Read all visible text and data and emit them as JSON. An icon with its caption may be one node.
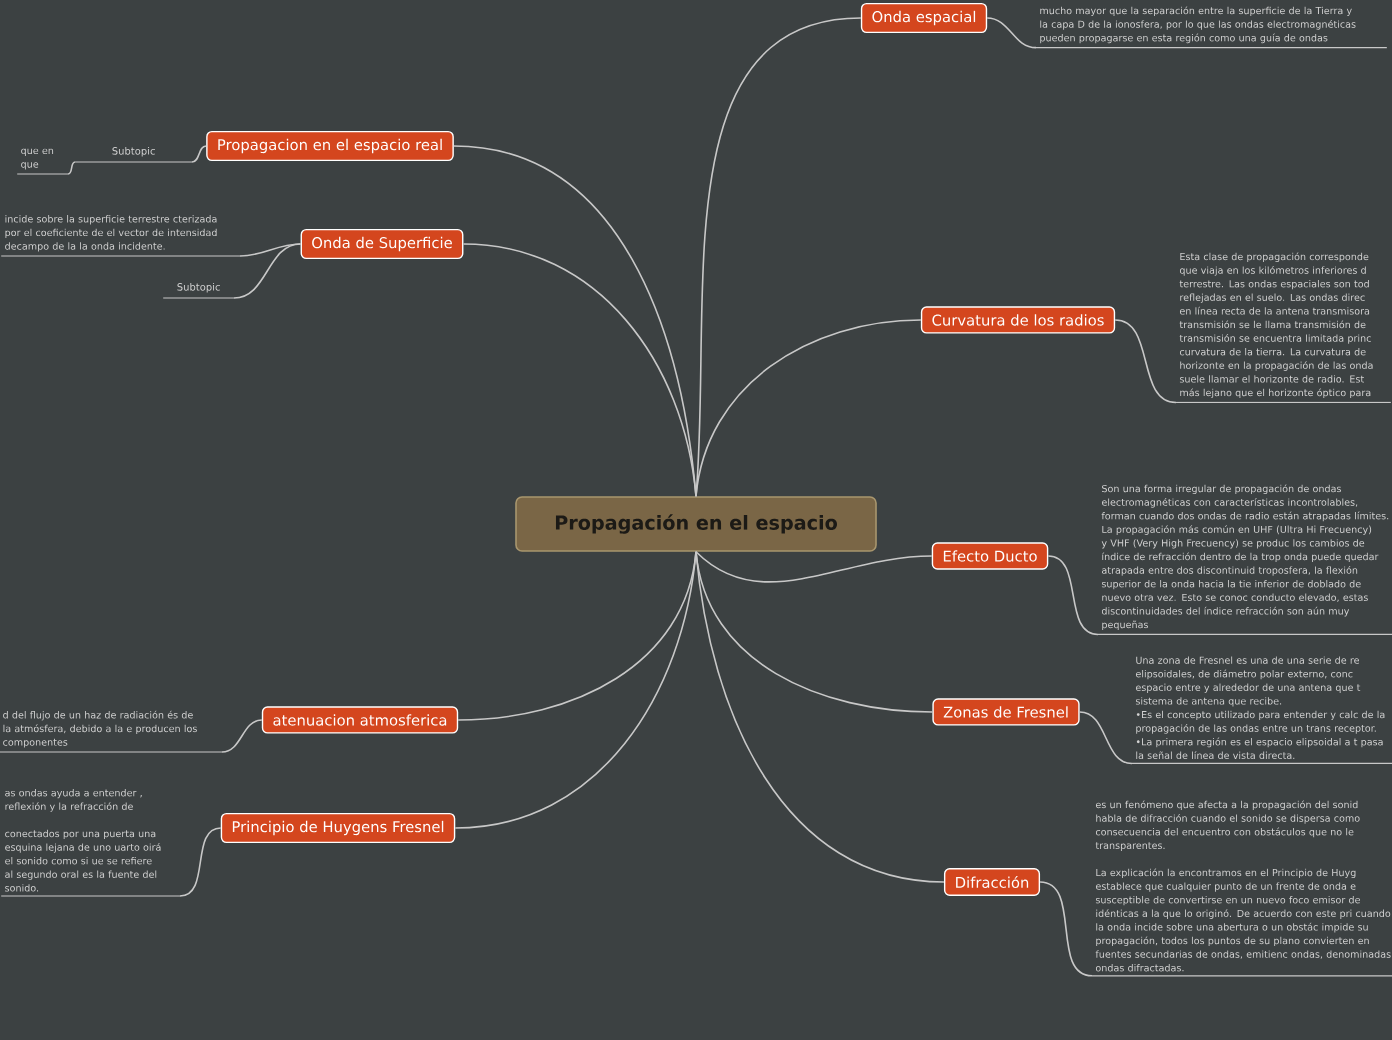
{
  "diagram": {
    "nodes": [
      {
        "text": [
          "Propagación en el espacio"
        ]
      },
      {
        "text": [
          "Onda espacial"
        ]
      },
      {
        "text": [
          "mucho mayor que la separación entre la superficie de la Tierra y la capa D de la ionosfera, por lo que las ondas electromagnéticas pueden propagarse en esta región como una guía de ondas"
        ]
      },
      {
        "text": [
          "Propagacion en el espacio real"
        ]
      },
      {
        "text": [
          "Subtopic"
        ]
      },
      {
        "text": [
          "que en que"
        ]
      },
      {
        "text": [
          "Onda de Superficie"
        ]
      },
      {
        "text": [
          "incide sobre la superficie terrestre cterizada por el coeficiente de el vector de intensidad decampo de la la onda incidente."
        ]
      },
      {
        "text": [
          "Subtopic"
        ]
      },
      {
        "text": [
          "Curvatura de los radios"
        ]
      },
      {
        "text": [
          "Esta clase de propagación corresponde que viaja en los kilómetros inferiores d terrestre. Las ondas espaciales son tod reflejadas en el suelo. Las ondas direc en línea recta de la antena transmisora transmisión se le llama transmisión de transmisión se encuentra limitada princ curvatura de la tierra. La curvatura de horizonte en la propagación de las onda suele llamar el horizonte de radio. Est más lejano que el horizonte óptico para"
        ]
      },
      {
        "text": [
          "Efecto Ducto"
        ]
      },
      {
        "text": [
          "Son una forma irregular de propagación de ondas electromagnéticas con características incontrolables, forman cuando dos ondas de radio están atrapadas límites. La propagación más común en UHF (Ultra Hi Frecuency) y VHF (Very High Frecuency) se produc los cambios de índice de refracción dentro de la trop onda puede quedar atrapada entre dos discontinuid troposfera, la flexión superior de la onda hacia la tie inferior de doblado de nuevo otra vez. Esto se conoc conducto elevado, estas discontinuidades del índice refracción son aún muy pequeñas"
        ]
      },
      {
        "text": [
          "atenuacion atmosferica"
        ]
      },
      {
        "text": [
          "d del flujo de un haz de radiación és de la atmósfera, debido a la e producen los componentes"
        ]
      },
      {
        "text": [
          "Zonas de Fresnel"
        ]
      },
      {
        "text": [
          "Una zona de Fresnel es una de una serie de re elipsoidales, de diámetro polar externo, conc espacio entre y alrededor de una antena que t sistema de antena que recibe.",
          "•Es el concepto utilizado para entender y calc de la propagación de las ondas entre un trans receptor.",
          "•La primera región es el espacio elipsoidal a t pasa la señal de línea de vista directa."
        ]
      },
      {
        "text": [
          "Principio de Huygens Fresnel"
        ]
      },
      {
        "text": [
          "as ondas ayuda a entender , reflexión y la refracción de",
          "conectados por una puerta una esquina lejana de uno uarto oirá el sonido como si ue se refiere al segundo oral es la fuente del sonido."
        ]
      },
      {
        "text": [
          "Difracción"
        ]
      },
      {
        "text": [
          "es un fenómeno que afecta a la propagación del sonid habla de difracción cuando el sonido se dispersa como consecuencia del encuentro con obstáculos que no le transparentes.",
          "La explicación la encontramos en el Principio de Huyg establece que cualquier punto de un frente de onda e susceptible de convertirse en un nuevo foco emisor de idénticas a la que lo originó. De acuerdo con este pri cuando la onda incide sobre una abertura o un obstác impide su propagación, todos los puntos de su plano convierten en fuentes secundarias de ondas, emitienc ondas, denominadas ondas difractadas."
        ]
      }
    ],
    "edges": [
      {
        "from": 0,
        "to": 1,
        "arrow": "none"
      },
      {
        "from": 1,
        "to": 2,
        "arrow": "none"
      },
      {
        "from": 0,
        "to": 3,
        "arrow": "none"
      },
      {
        "from": 3,
        "to": 4,
        "arrow": "none"
      },
      {
        "from": 4,
        "to": 5,
        "arrow": "none"
      },
      {
        "from": 0,
        "to": 6,
        "arrow": "none"
      },
      {
        "from": 6,
        "to": 7,
        "arrow": "none"
      },
      {
        "from": 6,
        "to": 8,
        "arrow": "none"
      },
      {
        "from": 0,
        "to": 9,
        "arrow": "none"
      },
      {
        "from": 9,
        "to": 10,
        "arrow": "none"
      },
      {
        "from": 0,
        "to": 11,
        "arrow": "none"
      },
      {
        "from": 11,
        "to": 12,
        "arrow": "none"
      },
      {
        "from": 0,
        "to": 13,
        "arrow": "none"
      },
      {
        "from": 13,
        "to": 14,
        "arrow": "none"
      },
      {
        "from": 0,
        "to": 15,
        "arrow": "none"
      },
      {
        "from": 15,
        "to": 16,
        "arrow": "none"
      },
      {
        "from": 0,
        "to": 17,
        "arrow": "none"
      },
      {
        "from": 17,
        "to": 18,
        "arrow": "none"
      },
      {
        "from": 0,
        "to": 19,
        "arrow": "none"
      },
      {
        "from": 19,
        "to": 20,
        "arrow": "none"
      }
    ]
  }
}
